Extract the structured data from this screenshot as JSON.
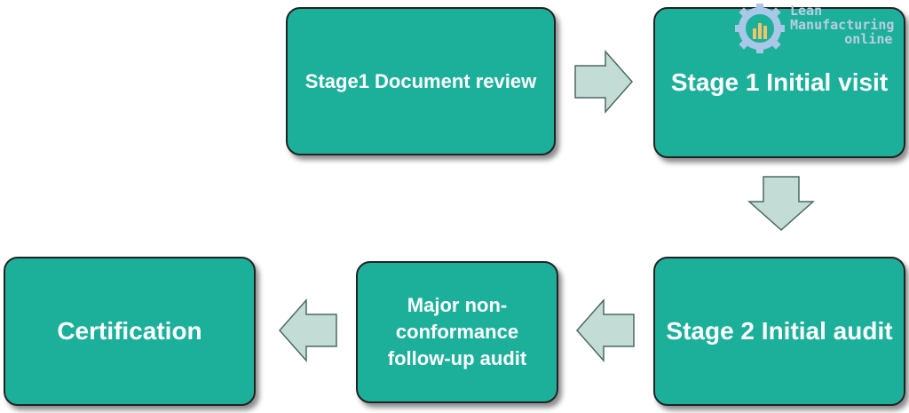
{
  "diagram": {
    "nodes": [
      {
        "id": "doc-review",
        "label": "Stage1 Document review"
      },
      {
        "id": "stage1-visit",
        "label": "Stage 1 Initial visit"
      },
      {
        "id": "stage2-audit",
        "label": "Stage 2 Initial audit"
      },
      {
        "id": "followup-audit",
        "label": "Major non-conformance follow-up audit"
      },
      {
        "id": "certification",
        "label": "Certification"
      }
    ],
    "edges": [
      {
        "from": "doc-review",
        "to": "stage1-visit",
        "direction": "right"
      },
      {
        "from": "stage1-visit",
        "to": "stage2-audit",
        "direction": "down"
      },
      {
        "from": "stage2-audit",
        "to": "followup-audit",
        "direction": "left"
      },
      {
        "from": "followup-audit",
        "to": "certification",
        "direction": "left"
      }
    ],
    "colors": {
      "box_fill": "#1cb09b",
      "arrow_fill": "#c3ddd6",
      "border": "#222222"
    }
  },
  "logo": {
    "line1": "Lean",
    "line2": "Manufacturing",
    "line3": "online"
  }
}
